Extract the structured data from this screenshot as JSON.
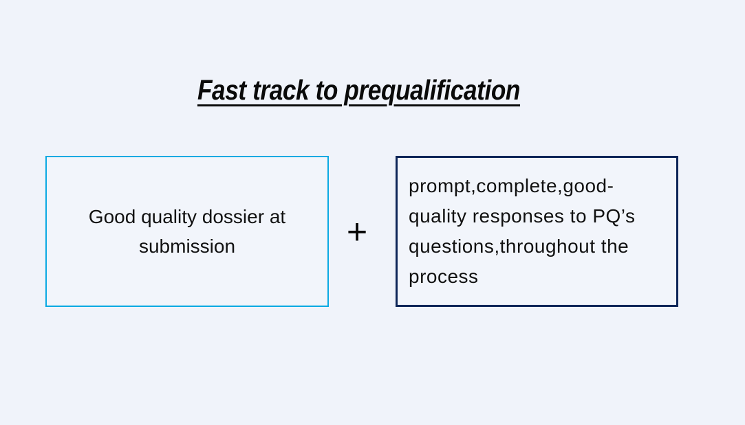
{
  "title": {
    "text": "Fast track to prequalification"
  },
  "operator": {
    "symbol": "+"
  },
  "boxes": {
    "left": {
      "full_text": "Good quality dossier at submission",
      "lines": [
        "Good quality dossier at",
        "submission"
      ],
      "border_color": "#0AA9E2"
    },
    "right": {
      "full_text": "prompt,complete,good-quality responses to PQ’s questions,throughout the process",
      "lines": [
        "prompt,complete,good-",
        "quality responses to PQ’s",
        "questions,throughout the",
        "process"
      ],
      "border_color": "#0D2558"
    }
  },
  "colors": {
    "background": "#F0F3FA",
    "box_fill": "#F2F5FB",
    "text": "#111111",
    "title_text": "#0A0A0A"
  }
}
